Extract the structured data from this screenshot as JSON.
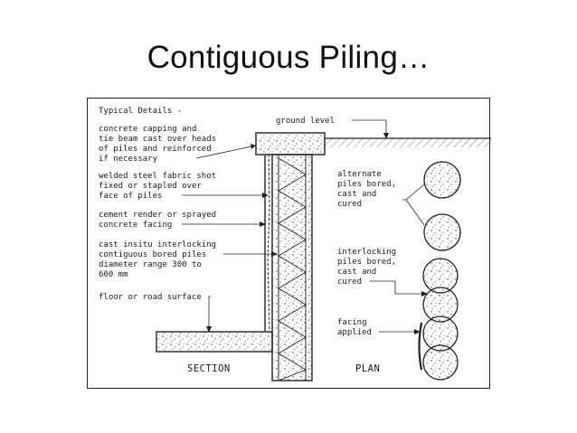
{
  "slide": {
    "title": "Contiguous Piling…"
  },
  "figure": {
    "heading": "Typical Details -",
    "left_labels": [
      [
        "concrete capping and",
        "tie beam cast over heads",
        "of piles and reinforced",
        "if necessary"
      ],
      [
        "welded steel fabric shot",
        "fixed or stapled over",
        "face of piles"
      ],
      [
        "cement render or sprayed",
        "concrete facing"
      ],
      [
        "cast insitu interlocking",
        "contiguous bored piles",
        "diameter range 300 to",
        "600 mm"
      ],
      [
        "floor or road surface"
      ]
    ],
    "ground_level": "ground level",
    "right_labels": [
      [
        "alternate",
        "piles bored,",
        "cast and",
        "cured"
      ],
      [
        "interlocking",
        "piles bored,",
        "cast and",
        "cured"
      ],
      [
        "facing",
        "applied"
      ]
    ],
    "captions": {
      "section": "SECTION",
      "plan": "PLAN"
    }
  }
}
